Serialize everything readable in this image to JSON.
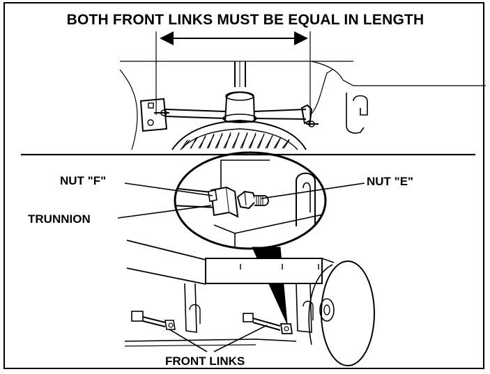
{
  "labels": {
    "title": "BOTH FRONT LINKS MUST BE EQUAL IN LENGTH",
    "nut_f": "NUT \"F\"",
    "nut_e": "NUT \"E\"",
    "trunnion": "TRUNNION",
    "front_links": "FRONT LINKS"
  },
  "colors": {
    "line": "#000000",
    "background": "#ffffff"
  }
}
